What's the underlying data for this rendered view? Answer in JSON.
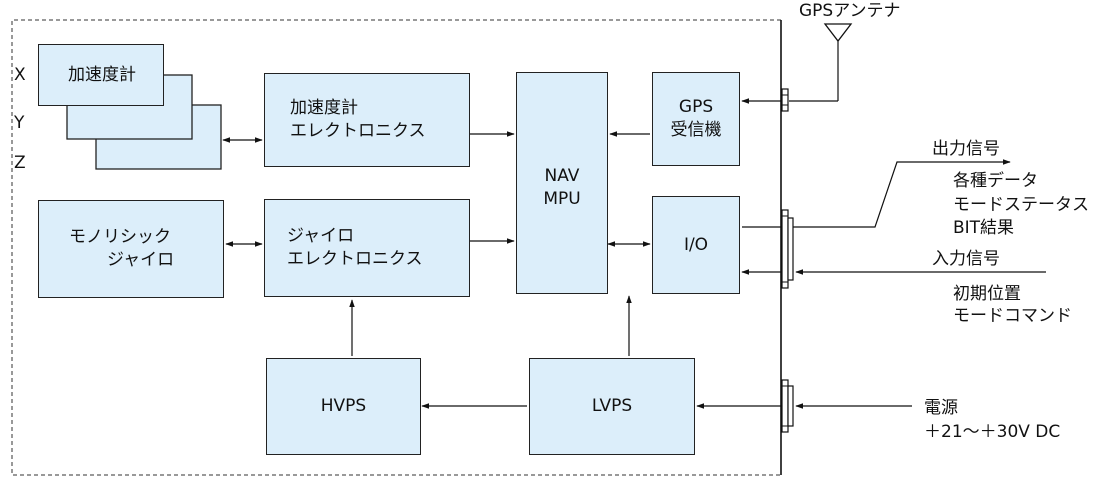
{
  "axes": {
    "x": "X",
    "y": "Y",
    "z": "Z"
  },
  "blocks": {
    "accelerometer": "加速度計",
    "accel_electronics": {
      "line1": "加速度計",
      "line2": "エレクトロニクス"
    },
    "nav_mpu": {
      "line1": "NAV",
      "line2": "MPU"
    },
    "gps_receiver": {
      "line1": "GPS",
      "line2": "受信機"
    },
    "monolithic_gyro": {
      "line1": "モノリシック",
      "line2": "ジャイロ"
    },
    "gyro_electronics": {
      "line1": "ジャイロ",
      "line2": "エレクトロニクス"
    },
    "io": "I/O",
    "hvps": "HVPS",
    "lvps": "LVPS"
  },
  "external": {
    "gps_antenna": "GPSアンテナ",
    "output_signal": "出力信号",
    "output_items": [
      "各種データ",
      "モードステータス",
      "BIT結果"
    ],
    "input_signal": "入力信号",
    "input_items": [
      "初期位置",
      "モードコマンド"
    ],
    "power_label": "電源",
    "power_range": "＋21～＋30V DC"
  }
}
